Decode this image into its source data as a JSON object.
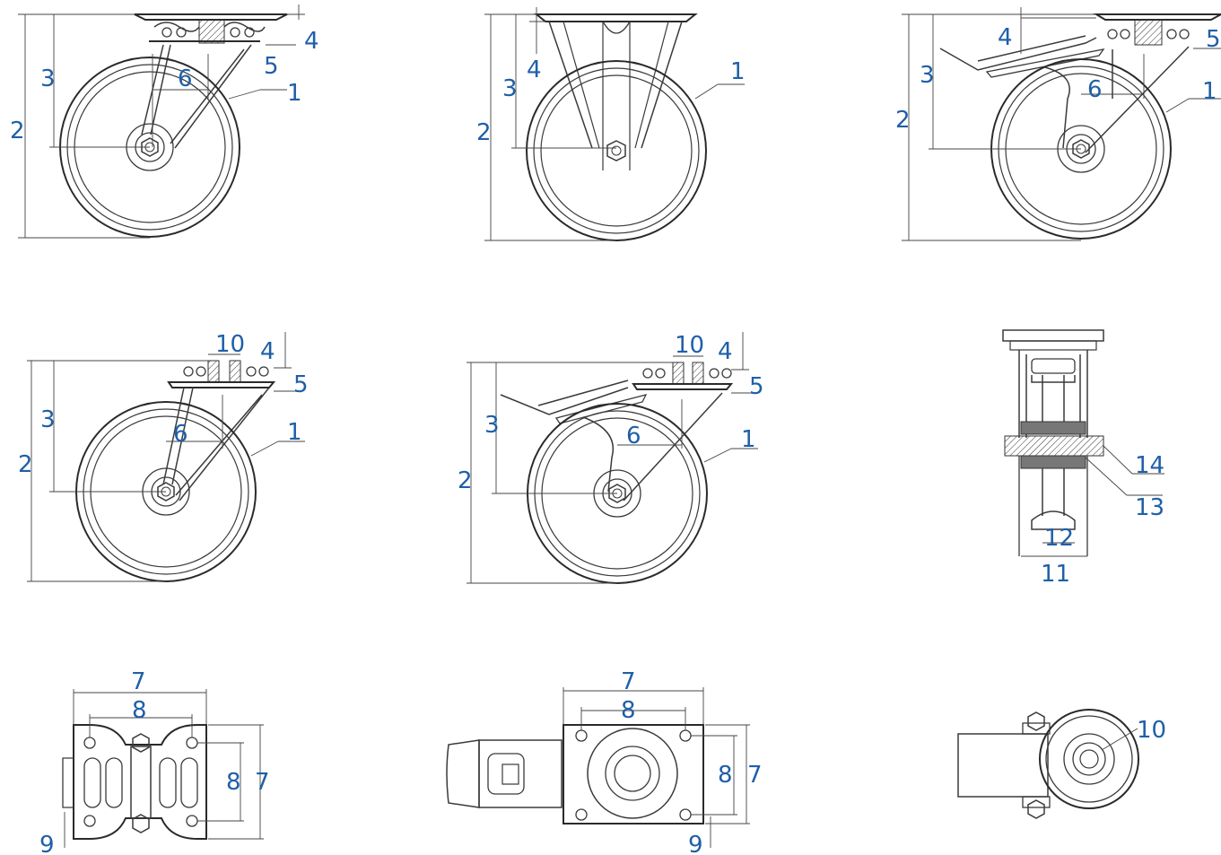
{
  "drawing": {
    "views": [
      {
        "id": "swivel",
        "labels": [
          "1",
          "2",
          "3",
          "4",
          "5",
          "6"
        ]
      },
      {
        "id": "fixed",
        "labels": [
          "1",
          "2",
          "3",
          "4"
        ]
      },
      {
        "id": "swivel-brake",
        "labels": [
          "1",
          "2",
          "3",
          "4",
          "5",
          "6"
        ]
      },
      {
        "id": "swivel-bolt",
        "labels": [
          "1",
          "2",
          "3",
          "4",
          "5",
          "6",
          "10"
        ]
      },
      {
        "id": "swivel-bolt-brake",
        "labels": [
          "1",
          "2",
          "3",
          "4",
          "5",
          "6",
          "10"
        ]
      },
      {
        "id": "section",
        "labels": [
          "11",
          "12",
          "13",
          "14"
        ]
      },
      {
        "id": "plate-top",
        "labels": [
          "7",
          "8",
          "8",
          "7",
          "9"
        ]
      },
      {
        "id": "plate-top-brake",
        "labels": [
          "7",
          "8",
          "8",
          "7",
          "9"
        ]
      },
      {
        "id": "bolt-top",
        "labels": [
          "10"
        ]
      }
    ],
    "label_color": "#1f5fa8",
    "line_color": "#3a3a3a"
  }
}
